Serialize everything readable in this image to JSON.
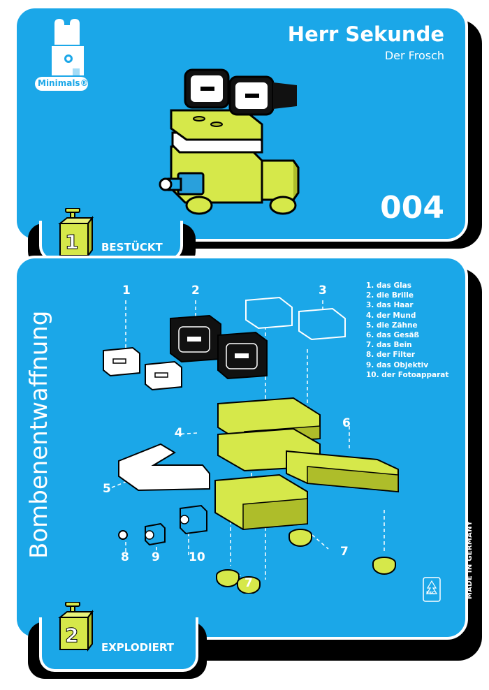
{
  "brand": {
    "logo_text": "Minimals®"
  },
  "card1": {
    "title": "Herr Sekunde",
    "subtitle": "Der Frosch",
    "number": "004",
    "tab_number": "1",
    "tab_label": "BESTÜCKT"
  },
  "card2": {
    "vertical_title": "Bombenentwaffnung",
    "tab_number": "2",
    "tab_label": "EXPLODIERT",
    "side_text": "MADE IN GERMANY",
    "fsc_label": "FSC",
    "callouts": [
      "1",
      "2",
      "3",
      "4",
      "5",
      "6",
      "7",
      "7",
      "8",
      "9",
      "10"
    ],
    "legend": [
      "1. das Glas",
      "2. die Brille",
      "3. das Haar",
      "4. der Mund",
      "5. die Zähne",
      "6. das Gesäß",
      "7. das Bein",
      "8. der Filter",
      "9. das Objektiv",
      "10. der Fotoapparat"
    ]
  },
  "colors": {
    "card_blue": "#1ba7e8",
    "lime": "#d6e84a",
    "lime_shade": "#aebd2a",
    "black": "#000000",
    "white": "#ffffff"
  }
}
